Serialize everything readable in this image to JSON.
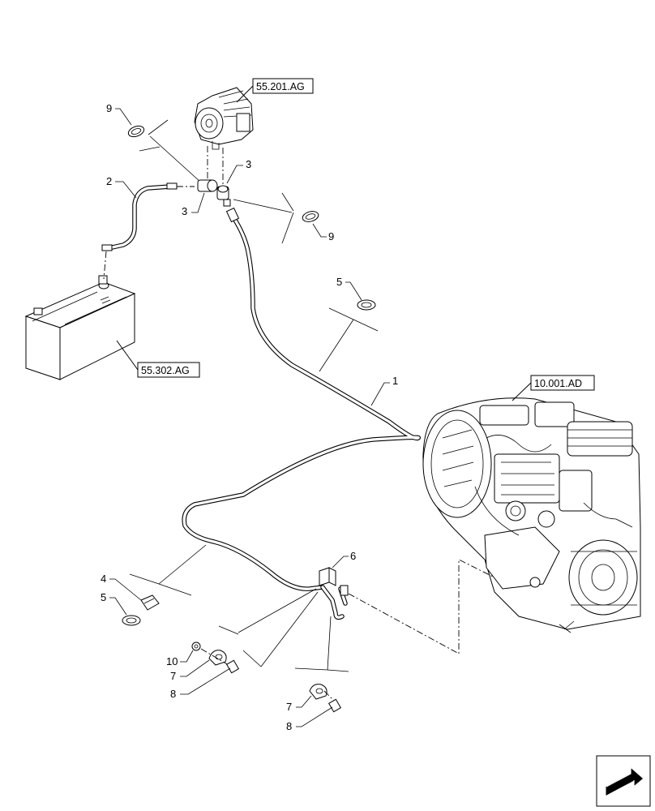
{
  "references": {
    "alternator": "55.201.AG",
    "battery": "55.302.AG",
    "engine": "10.001.AD"
  },
  "callouts": {
    "c1": "1",
    "c2": "2",
    "c3a": "3",
    "c3b": "3",
    "c4": "4",
    "c5a": "5",
    "c5b": "5",
    "c6": "6",
    "c7a": "7",
    "c7b": "7",
    "c8a": "8",
    "c8b": "8",
    "c9a": "9",
    "c9b": "9",
    "c10": "10"
  },
  "icons": {
    "navigation": "next-page-arrow-icon"
  }
}
